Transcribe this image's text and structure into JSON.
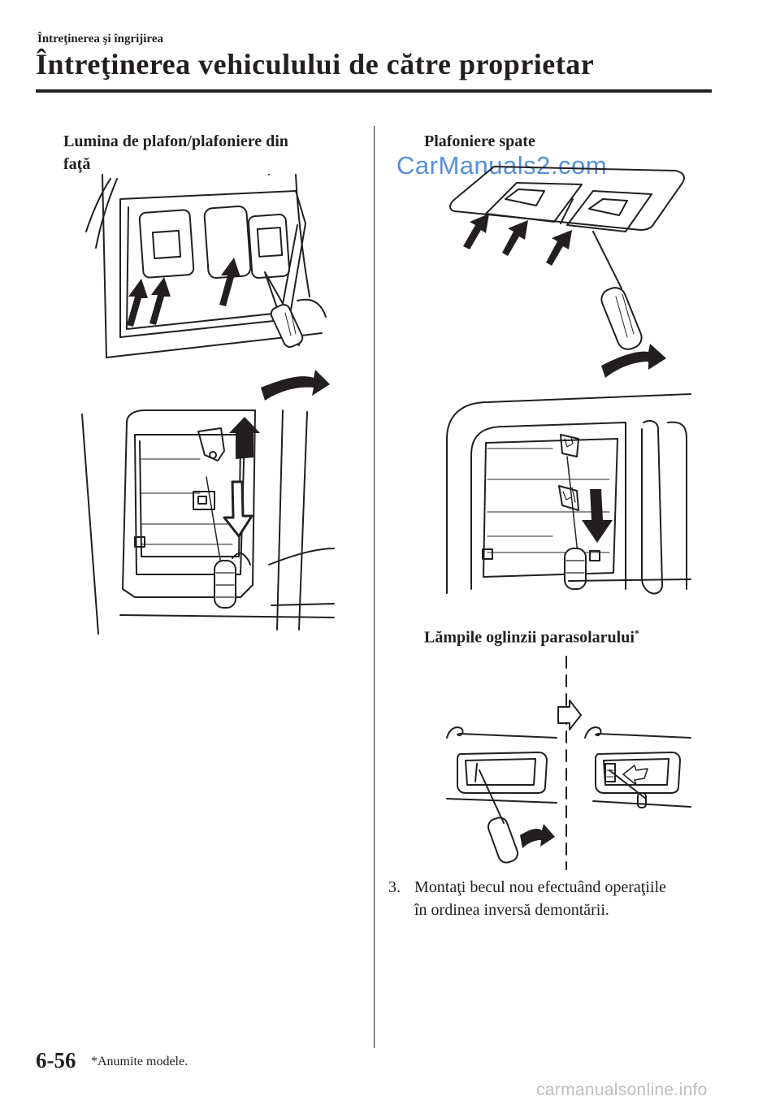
{
  "header": {
    "section_label": "Întreţinerea şi îngrijirea",
    "title": "Întreţinerea vehiculului de către proprietar"
  },
  "figures": {
    "front": {
      "caption_line1": "Lumina de plafon/plafoniere din",
      "caption_line2": "faţă"
    },
    "rear": {
      "caption": "Plafoniere spate"
    },
    "vanity": {
      "caption": "Lămpile oglinzii parasolarului",
      "caption_marker": "*"
    }
  },
  "watermark": "CarManuals2.com",
  "step": {
    "number": "3.",
    "line1": "Montaţi becul nou efectuând operaţiile",
    "line2": "în ordinea inversă demontării."
  },
  "footer": {
    "page_number": "6-56",
    "footnote": "*Anumite modele.",
    "site": "carmanualsonline.info"
  }
}
